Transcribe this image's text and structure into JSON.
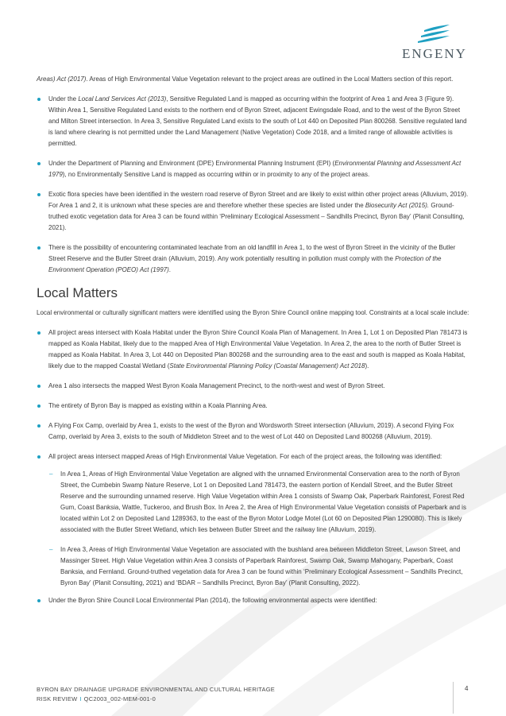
{
  "logo": {
    "name": "ENGENY",
    "color": "#1ea0c2"
  },
  "intro": {
    "pre": "",
    "emph": "Areas) Act (2017)",
    "post": ". Areas of High Environmental Value Vegetation relevant to the project areas are outlined in the Local Matters section of this report."
  },
  "bullets_top": [
    {
      "pre": "Under the ",
      "emph": "Local Land Services Act (2013)",
      "post": ", Sensitive Regulated Land is mapped as occurring within the footprint of Area 1 and Area 3 (Figure 9). Within Area 1, Sensitive Regulated Land exists to the northern end of Byron Street, adjacent Ewingsdale Road, and to the west of the Byron Street and Milton Street intersection. In Area 3, Sensitive Regulated Land exists to the south of Lot 440 on Deposited Plan 800268. Sensitive regulated land is land where clearing is not permitted under the Land Management (Native Vegetation) Code 2018, and a limited range of allowable activities is permitted."
    },
    {
      "pre": "Under the Department of Planning and Environment (DPE) Environmental Planning Instrument (EPI) (",
      "emph": "Environmental Planning and Assessment Act 1979",
      "post": "), no Environmentally Sensitive Land is mapped as occurring within or in proximity to any of the project areas."
    },
    {
      "pre": "Exotic flora species have been identified in the western road reserve of Byron Street and are likely to exist within other project areas (Alluvium, 2019). For Area 1 and 2, it is unknown what these species are and therefore whether these species are listed under the ",
      "emph": "Biosecurity Act (2015).",
      "post": " Ground-truthed exotic vegetation data for Area 3 can be found within ‘Preliminary Ecological Assessment – Sandhills Precinct, Byron Bay’ (Planit Consulting, 2021)."
    },
    {
      "pre": "There is the possibility of encountering contaminated leachate from an old landfill in Area 1, to the west of Byron Street in the vicinity of the Butler Street Reserve and the Butler Street drain (Alluvium, 2019). Any work potentially resulting in pollution must comply with the ",
      "emph": "Protection of the Environment Operation (POEO) Act (1997)",
      "post": "."
    }
  ],
  "section": {
    "heading": "Local Matters",
    "lead": "Local environmental or culturally significant matters were identified using the Byron Shire Council online mapping tool. Constraints at a local scale include:"
  },
  "bullets_local": [
    {
      "pre": "All project areas intersect with Koala Habitat under the Byron Shire Council Koala Plan of Management. In Area 1, Lot 1 on Deposited Plan 781473 is mapped as Koala Habitat, likely due to the mapped Area of High Environmental Value Vegetation. In Area 2, the area to the north of Butler Street is mapped as Koala Habitat. In Area 3, Lot 440 on Deposited Plan 800268 and the surrounding area to the east and south is mapped as Koala Habitat, likely due to the mapped Coastal Wetland (",
      "emph": "State Environmental Planning Policy (Coastal Management) Act 2018",
      "post": ")."
    },
    {
      "pre": "Area 1 also intersects the mapped West Byron Koala Management Precinct, to the north-west and west of Byron Street.",
      "emph": "",
      "post": ""
    },
    {
      "pre": "The entirety of Byron Bay is mapped as existing within a Koala Planning Area.",
      "emph": "",
      "post": ""
    },
    {
      "pre": "A Flying Fox Camp, overlaid by Area 1, exists to the west of the Byron and Wordsworth Street intersection (Alluvium, 2019). A second Flying Fox Camp, overlaid by Area 3, exists to the south of Middleton Street and to the west of Lot 440 on Deposited Land 800268 (Alluvium, 2019).",
      "emph": "",
      "post": ""
    }
  ],
  "hev": {
    "text": "All project areas intersect mapped Areas of High Environmental Value Vegetation. For each of the project areas, the following was identified:",
    "subs": [
      "In Area 1, Areas of High Environmental Value Vegetation are aligned with the unnamed Environmental Conservation area to the north of Byron Street, the Cumbebin Swamp Nature Reserve, Lot 1 on Deposited Land 781473, the eastern portion of Kendall Street, and the Butler Street Reserve and the surrounding unnamed reserve. High Value Vegetation within Area 1 consists of Swamp Oak, Paperbark Rainforest, Forest Red Gum, Coast Banksia, Wattle, Tuckeroo, and Brush Box. In Area 2, the Area of High Environmental Value Vegetation consists of Paperbark and is located within Lot 2 on Deposited Land 1289363, to the east of the Byron Motor Lodge Motel (Lot 60 on Deposited Plan 1290080). This is likely associated with the Butler Street Wetland, which lies between Butler Street and the railway line (Alluvium, 2019).",
      "In Area 3, Areas of High Environmental Value Vegetation are associated with the bushland area between Middleton Street, Lawson Street, and Massinger Street. High Value Vegetation within Area 3 consists of Paperbark Rainforest, Swamp Oak, Swamp Mahogany, Paperbark, Coast Banksia, and Fernland. Ground-truthed vegetation data for Area 3 can be found within ‘Preliminary Ecological Assessment – Sandhills Precinct, Byron Bay’ (Planit Consulting, 2021) and ‘BDAR – Sandhills Precinct, Byron Bay’ (Planit Consulting, 2022)."
    ]
  },
  "lep": {
    "text": "Under the Byron Shire Council Local Environmental Plan (2014), the following environmental aspects were identified:"
  },
  "footer": {
    "line1": "BYRON BAY DRAINAGE UPGRADE ENVIRONMENTAL AND CULTURAL HERITAGE",
    "line2_a": "RISK REVIEW",
    "line2_sep": "I",
    "line2_b": "QC2003_002-MEM-001-0",
    "page": "4"
  }
}
